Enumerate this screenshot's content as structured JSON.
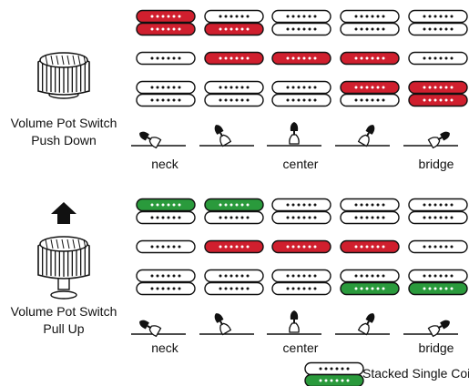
{
  "sections": [
    {
      "id": "push-down",
      "caption_line1": "Volume Pot Switch",
      "caption_line2": "Push Down",
      "knob_state": "down",
      "position_labels": [
        "neck",
        "",
        "center",
        "",
        "bridge"
      ],
      "positions": [
        {
          "top": [
            "red",
            "red"
          ],
          "middle": "white",
          "bottom": [
            "white",
            "white"
          ]
        },
        {
          "top": [
            "white",
            "red"
          ],
          "middle": "red",
          "bottom": [
            "white",
            "white"
          ]
        },
        {
          "top": [
            "white",
            "white"
          ],
          "middle": "red",
          "bottom": [
            "white",
            "white"
          ]
        },
        {
          "top": [
            "white",
            "white"
          ],
          "middle": "red",
          "bottom": [
            "red",
            "white"
          ]
        },
        {
          "top": [
            "white",
            "white"
          ],
          "middle": "white",
          "bottom": [
            "red",
            "red"
          ]
        }
      ]
    },
    {
      "id": "pull-up",
      "caption_line1": "Volume Pot Switch",
      "caption_line2": "Pull Up",
      "knob_state": "up",
      "position_labels": [
        "neck",
        "",
        "center",
        "",
        "bridge"
      ],
      "positions": [
        {
          "top": [
            "green",
            "white"
          ],
          "middle": "white",
          "bottom": [
            "white",
            "white"
          ]
        },
        {
          "top": [
            "green",
            "white"
          ],
          "middle": "red",
          "bottom": [
            "white",
            "white"
          ]
        },
        {
          "top": [
            "white",
            "white"
          ],
          "middle": "red",
          "bottom": [
            "white",
            "white"
          ]
        },
        {
          "top": [
            "white",
            "white"
          ],
          "middle": "red",
          "bottom": [
            "white",
            "green"
          ]
        },
        {
          "top": [
            "white",
            "white"
          ],
          "middle": "white",
          "bottom": [
            "white",
            "green"
          ]
        }
      ]
    }
  ],
  "lever_angles": [
    -60,
    -30,
    0,
    30,
    60
  ],
  "legend": {
    "label": "Stacked Single Coil",
    "coils": [
      "white",
      "green"
    ]
  },
  "colors": {
    "red": "#d01f2e",
    "green": "#2a9a3c",
    "white": "#ffffff",
    "outline": "#111111",
    "pole": "#111111"
  }
}
